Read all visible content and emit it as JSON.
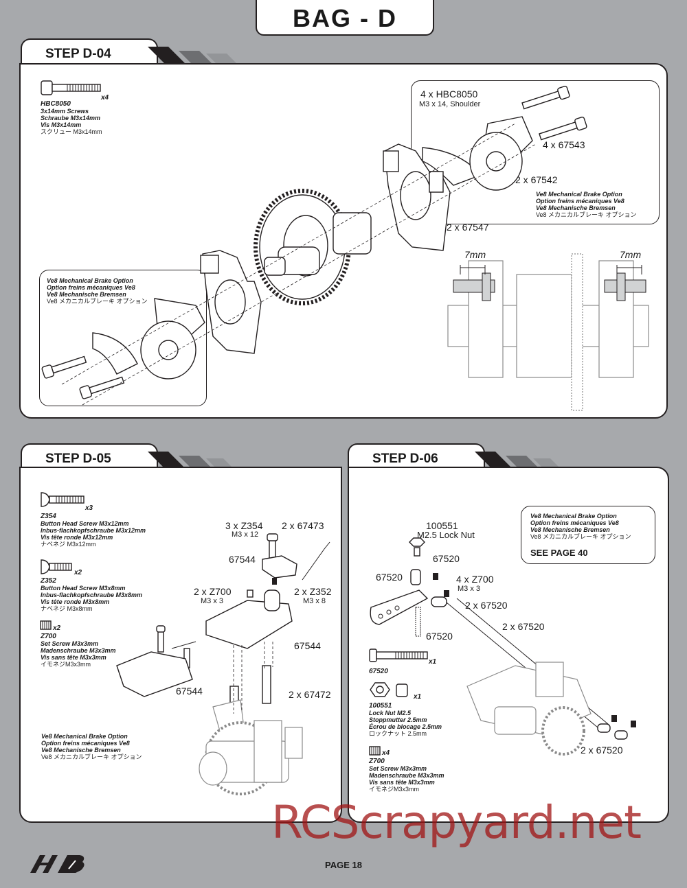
{
  "header": {
    "bag_title": "BAG - D"
  },
  "step_d04": {
    "title": "STEP D-04",
    "hw": {
      "qty": "x4",
      "code": "HBC8050",
      "en": "3x14mm Screws",
      "de": "Schraube M3x14mm",
      "fr": "Vis M3x14mm",
      "jp": "スクリュー M3x14mm"
    },
    "brake_callout_right": {
      "hbc": "4 x HBC8050",
      "hbc_sub": "M3 x 14, Shoulder",
      "l67543": "4 x 67543",
      "l67542": "2 x 67542",
      "en": "Ve8 Mechanical Brake Option",
      "fr": "Option freins mécaniques Ve8",
      "de": "Ve8 Mechanische Bremsen",
      "jp": "Ve8 メカニカルブレーキ オプション"
    },
    "brake_callout_left": {
      "en": "Ve8 Mechanical Brake Option",
      "fr": "Option freins mécaniques Ve8",
      "de": "Ve8 Mechanische Bremsen",
      "jp": "Ve8 メカニカルブレーキ オプション"
    },
    "label_67547": "2 x 67547",
    "dim_left": "7mm",
    "dim_right": "7mm"
  },
  "step_d05": {
    "title": "STEP D-05",
    "hw": [
      {
        "qty": "x3",
        "code": "Z354",
        "en": "Button Head Screw M3x12mm",
        "de": "Inbus-flachkopfschraube M3x12mm",
        "fr": "Vis tête ronde M3x12mm",
        "jp": "ナベネジ M3x12mm"
      },
      {
        "qty": "x2",
        "code": "Z352",
        "en": "Button Head Screw M3x8mm",
        "de": "Inbus-flachkopfschraube M3x8mm",
        "fr": "Vis tête ronde M3x8mm",
        "jp": "ナベネジ M3x8mm"
      },
      {
        "qty": "x2",
        "code": "Z700",
        "en": "Set Screw M3x3mm",
        "de": "Madenschraube M3x3mm",
        "fr": "Vis sans tête M3x3mm",
        "jp": "イモネジM3x3mm"
      }
    ],
    "labels": {
      "z354": "3 x Z354",
      "z354_sub": "M3 x 12",
      "l67473": "2 x 67473",
      "l67544a": "67544",
      "z700": "2 x Z700",
      "z700_sub": "M3 x 3",
      "z352": "2 x Z352",
      "z352_sub": "M3 x 8",
      "l67544b": "67544",
      "l67544c": "67544",
      "l67472": "2 x 67472"
    },
    "brake_note": {
      "en": "Ve8 Mechanical Brake Option",
      "fr": "Option freins mécaniques Ve8",
      "de": "Ve8 Mechanische Bremsen",
      "jp": "Ve8 メカニカルブレーキ オプション"
    }
  },
  "step_d06": {
    "title": "STEP D-06",
    "callout": {
      "en": "Ve8 Mechanical Brake Option",
      "fr": "Option freins mécaniques Ve8",
      "de": "Ve8 Mechanische Bremsen",
      "jp": "Ve8 メカニカルブレーキ オプション",
      "see": "SEE PAGE 40"
    },
    "labels": {
      "l100551": "100551",
      "l100551_sub": "M2.5 Lock Nut",
      "l67520a": "67520",
      "l67520b": "67520",
      "z700": "4 x Z700",
      "z700_sub": "M3 x 3",
      "l67520c": "2 x 67520",
      "l67520d": "2 x 67520",
      "l67520e": "67520",
      "l67520f": "2 x 67520"
    },
    "hw": [
      {
        "qty": "x1",
        "code": "67520",
        "en": "",
        "de": "",
        "fr": "",
        "jp": ""
      },
      {
        "qty": "x1",
        "code": "100551",
        "en": "Lock Nut M2.5",
        "de": "Stoppmutter 2.5mm",
        "fr": "Écrou de blocage 2.5mm",
        "jp": "ロックナット 2.5mm"
      },
      {
        "qty": "x4",
        "code": "Z700",
        "en": "Set Screw M3x3mm",
        "de": "Madenschraube M3x3mm",
        "fr": "Vis sans tête M3x3mm",
        "jp": "イモネジM3x3mm"
      }
    ]
  },
  "footer": {
    "page": "PAGE 18",
    "logo": "HB",
    "watermark": "RCScrapyard.net"
  }
}
